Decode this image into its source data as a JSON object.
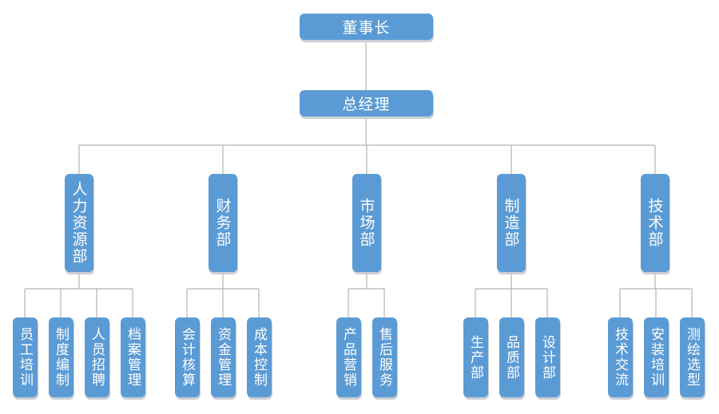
{
  "root": "董事长",
  "gm": "总经理",
  "departments": [
    {
      "name": "人力资源部",
      "children": [
        "员工培训",
        "制度编制",
        "人员招聘",
        "档案管理"
      ]
    },
    {
      "name": "财务部",
      "children": [
        "会计核算",
        "资金管理",
        "成本控制"
      ]
    },
    {
      "name": "市场部",
      "children": [
        "产品营销",
        "售后服务"
      ]
    },
    {
      "name": "制造部",
      "children": [
        "生产部",
        "品质部",
        "设计部"
      ]
    },
    {
      "name": "技术部",
      "children": [
        "技术交流",
        "安装培训",
        "测绘选型"
      ]
    }
  ],
  "colors": {
    "box": "#5b9bd5",
    "line": "#b4b4b4",
    "shadow": "#c9cfd6"
  }
}
